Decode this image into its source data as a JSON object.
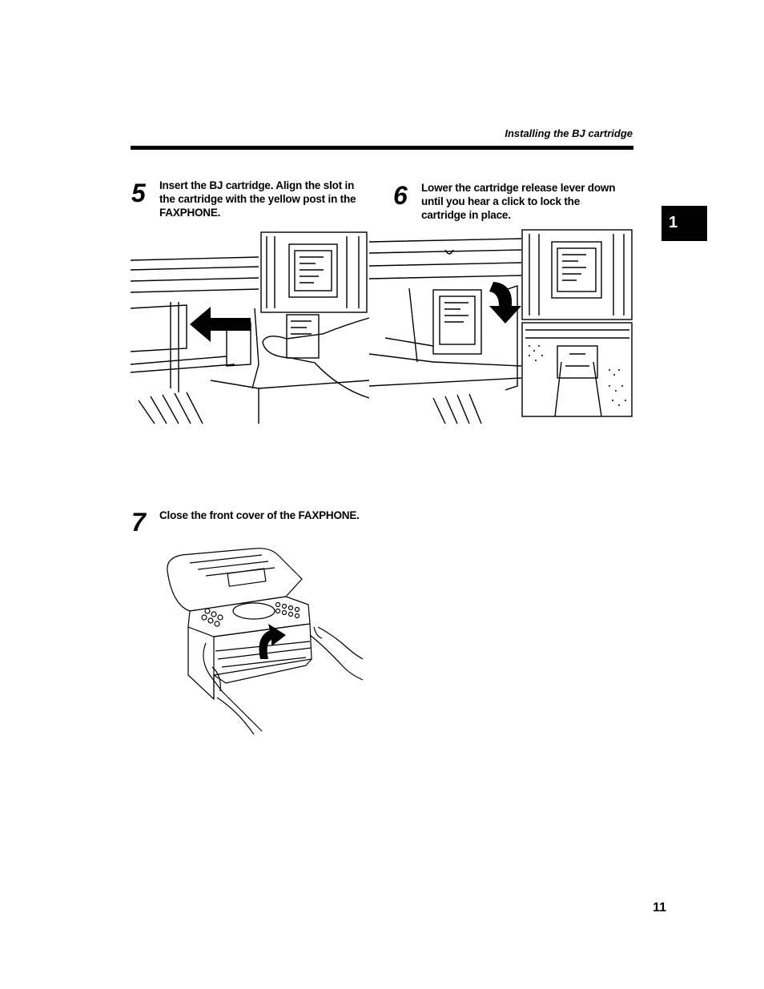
{
  "header": {
    "title": "Installing the BJ cartridge"
  },
  "chapter_tab": {
    "label": "1"
  },
  "steps": [
    {
      "number": "5",
      "lines": [
        "Insert  the BJ cartridge. Align the slot in",
        "the cartridge with the yellow post in the",
        "FAXPHONE."
      ]
    },
    {
      "number": "6",
      "lines": [
        "Lower the cartridge release lever down",
        "until you hear a click to lock the",
        "cartridge in place."
      ]
    },
    {
      "number": "7",
      "lines": [
        "Close the front cover of the FAXPHONE."
      ]
    }
  ],
  "figures": [
    {
      "icon": "cartridge-insertion-illustration"
    },
    {
      "icon": "cartridge-lever-illustration"
    },
    {
      "icon": "front-cover-closing-illustration"
    }
  ],
  "page_number": "11"
}
